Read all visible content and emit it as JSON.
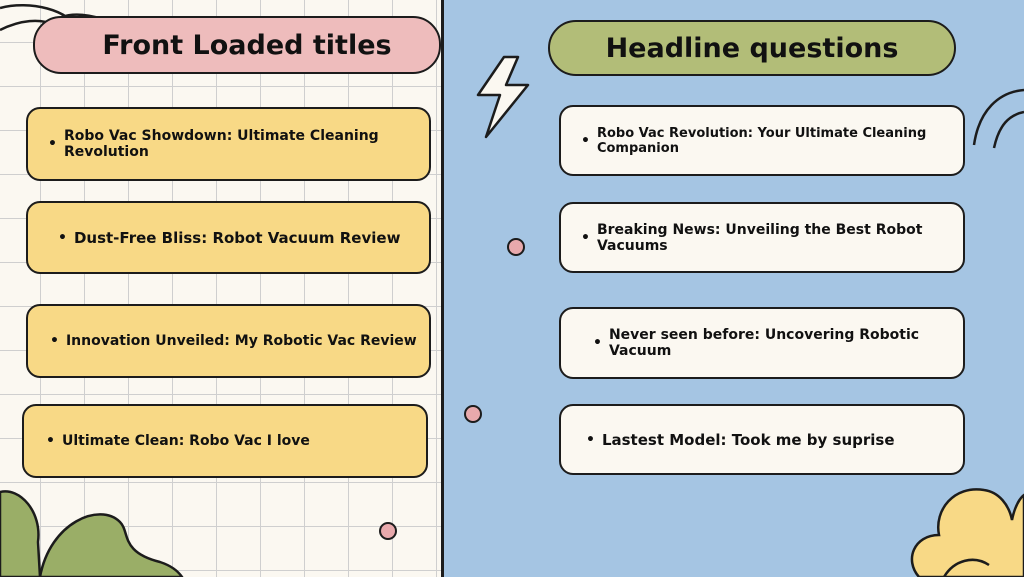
{
  "left": {
    "title": "Front Loaded titles",
    "items": [
      {
        "label": "Robo Vac Showdown: Ultimate Cleaning Revolution"
      },
      {
        "label": "Dust-Free Bliss: Robot Vacuum Review"
      },
      {
        "label": "Innovation Unveiled: My Robotic Vac Review"
      },
      {
        "label": "Ultimate Clean: Robo Vac I love"
      }
    ]
  },
  "right": {
    "title": "Headline questions",
    "items": [
      {
        "label": "Robo Vac Revolution: Your Ultimate Cleaning Companion"
      },
      {
        "label": "Breaking News: Unveiling the Best Robot Vacuums"
      },
      {
        "label": "Never seen before: Uncovering Robotic Vacuum"
      },
      {
        "label": "Lastest Model: Took me by suprise"
      }
    ]
  },
  "bullet_char": "•",
  "colors": {
    "grid_background": "#fbf8f1",
    "right_background": "#a5c5e3",
    "pink_pill": "#eebcbc",
    "olive_pill": "#b2bd78",
    "yellow_card": "#f8d986",
    "white_card": "#fbf8f1",
    "dot_pink": "#e8a9ac",
    "leaf_green": "#9aae67",
    "flower_yellow": "#f8d986",
    "outline": "#1c1c1c"
  }
}
